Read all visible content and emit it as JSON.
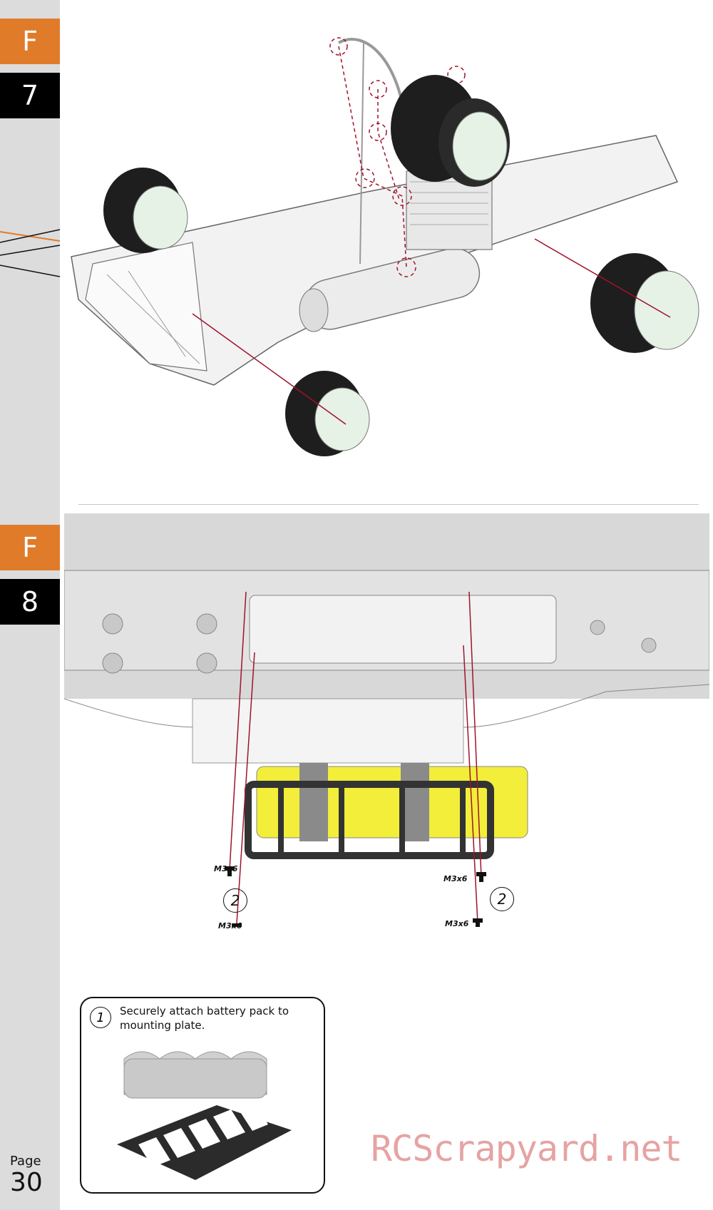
{
  "sidebar": {
    "step1_section": "F",
    "step1_number": "7",
    "step2_section": "F",
    "step2_number": "8",
    "page_label": "Page",
    "page_number": "30"
  },
  "step8": {
    "screw_labels": [
      "M3x6",
      "M3x6",
      "M3x6",
      "M3x6"
    ],
    "callout": "2"
  },
  "note": {
    "number": "1",
    "text": "Securely attach battery pack to mounting plate."
  },
  "watermark": "RCScrapyard.net",
  "colors": {
    "section_tab": "#e07b2a",
    "number_tab": "#000000",
    "guide_line": "#a0122b",
    "battery": "#f2ee3a"
  }
}
